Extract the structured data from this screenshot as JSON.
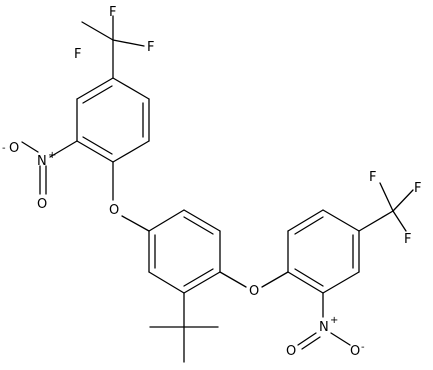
{
  "molecule": {
    "atoms": {
      "F_top_left": "F",
      "F_top_mid": "F",
      "F_top_right": "F",
      "O_minus_left": "O",
      "minus_left": "-",
      "N_left": "N",
      "plus_left": "+",
      "O_double_left": "O",
      "O_ether_left": "O",
      "O_ether_right": "O",
      "F_right_1": "F",
      "F_right_2": "F",
      "F_right_3": "F",
      "N_right": "N",
      "plus_right": "+",
      "O_double_right": "O",
      "O_minus_right": "O",
      "minus_right": "-"
    }
  }
}
